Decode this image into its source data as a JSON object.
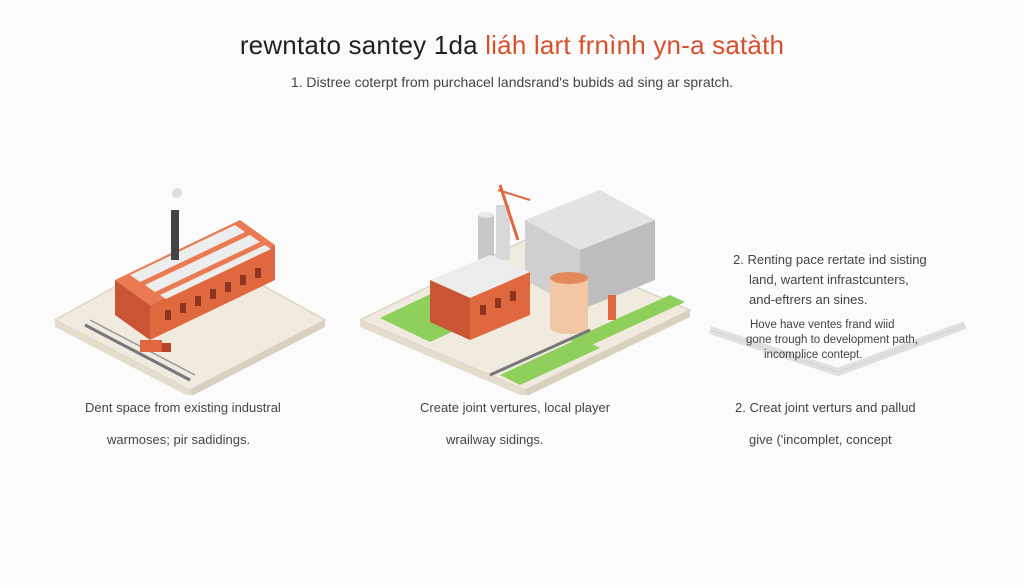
{
  "header": {
    "title_part1": "rewntato santey 1da",
    "title_part2": "liáh lart frnình yn-a satàth",
    "subtitle": "1. Distree coterpt from purchacel landsrand's bubids ad sing ar spratch."
  },
  "panels": [
    {
      "caption_lines": [
        "Dent space from existing industral",
        "warmoses; pir sadidings."
      ]
    },
    {
      "caption_lines": [
        "Create joint vertures, local player",
        "wrailway sidings."
      ]
    },
    {
      "side_lines": [
        "2. Renting pace rertate ind sisting",
        "land, wartent infrastcunters,",
        "and-eftrers an sines."
      ],
      "side_small_lines": [
        "Hove have ventes frand wiid",
        "gone trough to development path,",
        "incomplice contept."
      ],
      "caption_lines": [
        "2. Creat joint verturs and pallud",
        "give ('incomplet, concept"
      ]
    }
  ],
  "colors": {
    "accent": "#d8502b",
    "brick": "#e0683f",
    "grass": "#8fcf5c"
  }
}
